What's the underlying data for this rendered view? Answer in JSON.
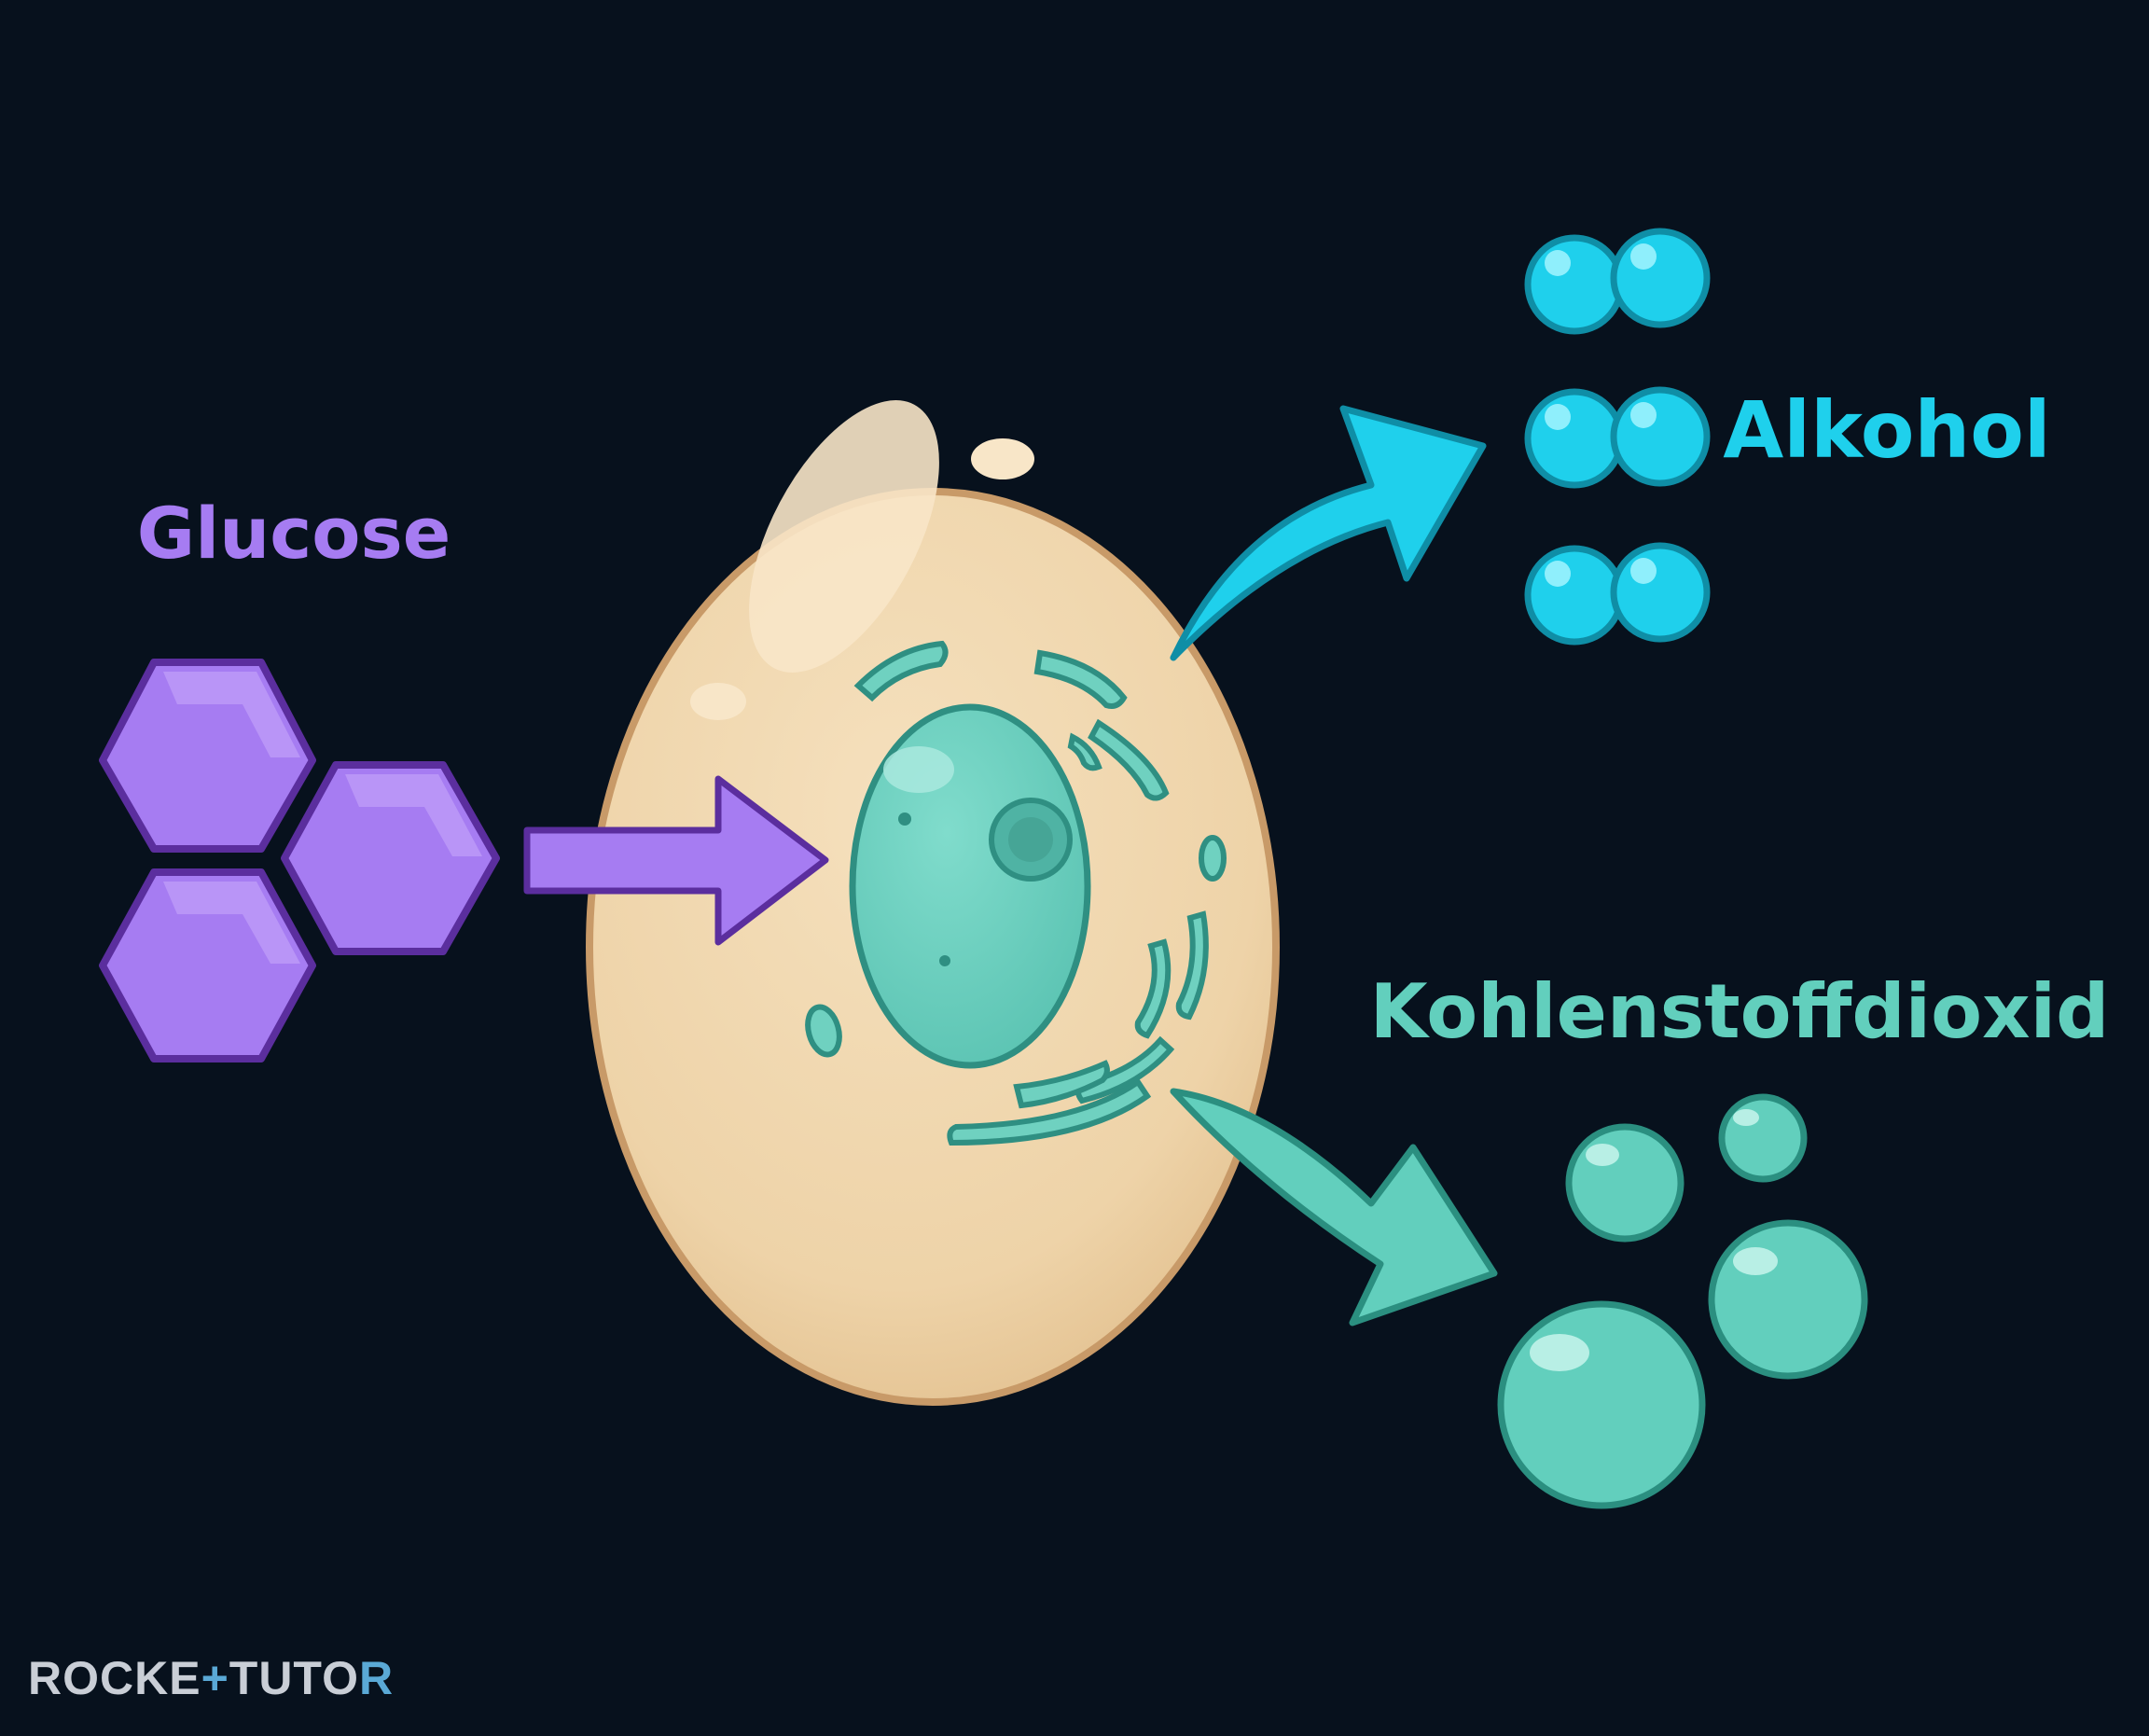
{
  "labels": {
    "glucose": "Glucose",
    "alcohol": "Alkohol",
    "carbon_dioxide": "Kohlenstoffdioxid"
  },
  "watermark": {
    "part1": "ROCKE",
    "part2": "+",
    "part3": "TUTO",
    "part4": "R"
  },
  "colors": {
    "background": "#07111d",
    "glucose": "#a67cf2",
    "glucose_outline": "#5b2e9e",
    "cell_fill": "#f0d8b0",
    "cell_outline": "#c89a68",
    "nucleus": "#6fd1c0",
    "nucleus_outline": "#2f8f82",
    "alcohol": "#1fd0ec",
    "alcohol_outline": "#0f8ea6",
    "co2": "#62cfbd",
    "co2_outline": "#2b8f80"
  },
  "icons": {
    "glucose": "hexagon-molecule-icon",
    "alcohol": "molecule-pair-icon",
    "carbon_dioxide": "bubble-icon"
  }
}
